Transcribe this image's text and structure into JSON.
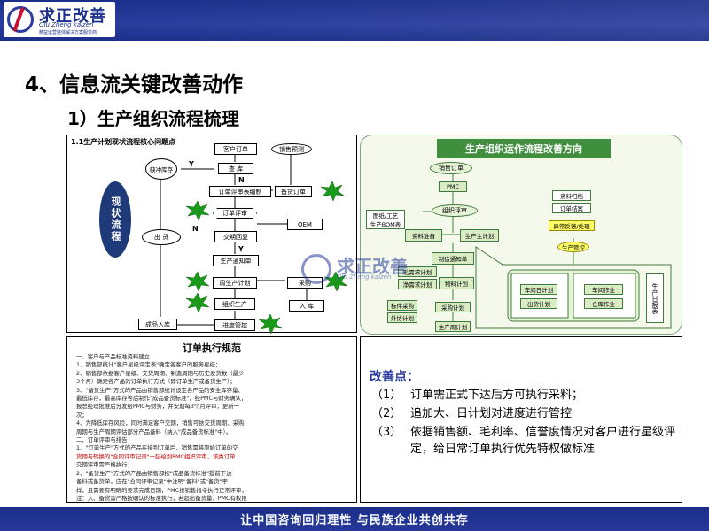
{
  "brand": {
    "name": "求正改善",
    "pinyin": "Qiu Zheng kaizen",
    "tagline": "精益运营整体解决方案服务商"
  },
  "headings": {
    "main": "4、信息流关键改善动作",
    "sub": "1）生产组织流程梳理"
  },
  "status_diagram": {
    "title": "1.1生产计划现状流程核心问题点",
    "status_label": "现状流程",
    "nodes": {
      "customer_order": "客户订单",
      "sales_forecast": "销售预测",
      "finished_stock": "缺冲库存",
      "inventory_check": "查 库",
      "order_review": "订单评审表编制",
      "stock_order": "备货订单",
      "order_review2": "订单评审",
      "oem": "OEM",
      "delivery_reply": "交期回复",
      "outbound": "出 货",
      "production_notice": "生产通知单",
      "weekly_plan": "周生产计划",
      "purchase": "采购",
      "organize_production": "组织生产",
      "inbound": "入 库",
      "progress_control": "进度管控",
      "finished_inbound": "成品入库"
    },
    "branch_labels": {
      "yes": "Y",
      "no": "N"
    }
  },
  "flow_diagram": {
    "title": "生产组织运作流程改善方向",
    "nodes": {
      "sales_order": "销售订单",
      "pmc": "PMC",
      "order_review": "组织评审",
      "drawings": "图纸/工艺\n生产BOM表",
      "material_prep": "资料准备",
      "master_plan": "生产主计划",
      "manufacture_notice": "制造通知单",
      "data_archive": "资料归档",
      "order_close": "订单结案",
      "exception_feedback": "异常反馈/处理",
      "production_control": "生产管控",
      "material_need": "毛需求计划",
      "net_need": "净需求计划",
      "material_plan": "物料计划",
      "component_purchase": "标件采购",
      "outsourcing": "外协计划",
      "purchase_plan": "采购计划",
      "workshop_daily": "车间日计划",
      "shipping_plan": "出货计划",
      "workshop_job": "车间作业",
      "warehouse_job": "仓库作业",
      "daily_report": "生产日报表",
      "weekly_plan": "生产周计划"
    }
  },
  "document": {
    "title": "订单执行规范",
    "lines": [
      "一、客户与产品标准资料建立",
      "1、销售部统计\"客户星级评定表\"确定各客户的服务星级；",
      "2、销售部依据客户星级、交货周期、制造周期与历史发货数（最少",
      "3个月）确定各产品的订单执行方式（即订单生产或备货生产）；",
      "3、\"备货生产\"方式的产品由销售部统计设定各产品的安全库存量、",
      "最低库存，最高库存等后制作\"成品备货标准\"，经PMC与财务确认，",
      "报总经理批准后分发给PMC与财务，并安期每3个月评审，更新一",
      "次；",
      "4、为降低库存风险，同时满足客户交期，销售可依交货周期、采购",
      "周期与生产周期评估部分产品备料（纳入\"成品备货标准\"中）。",
      "二、订单评审与排告",
      "1、\"订单生产\"方式的产品在接到订单后，销售需将原始订单的交",
      "货期与转换的\"合同评审记录\"一起给到PMC组织评审，该类订单",
      "交期评审需严格执行；",
      "2、\"备货生产\"方式的产品由销售部按\"成品备货标准\"提前下达",
      "备料或备货单，应在\"合同评审记录\"中注明\"备料\"或\"备货\"字",
      "样，且需要有明确的要求完成日期，PMC按销售指令执行正常评审；",
      "注：入、备货需严格按确认的标准执行，若超出备货量，PMC有权拒"
    ]
  },
  "improvements": {
    "heading": "改善点：",
    "items": [
      {
        "num": "（1）",
        "text": "订单需正式下达后方可执行采料；"
      },
      {
        "num": "（2）",
        "text": "追加大、日计划对进度进行管控"
      },
      {
        "num": "（3）",
        "text": "依据销售额、毛利率、信誉度情况对客户进行星级评定，给日常订单执行优先特权做标准"
      }
    ]
  },
  "footer": "让中国咨询回归理性 与民族企业共创共存",
  "colors": {
    "brand_blue": "#1b2f8a",
    "flow_green": "#3f8f3f",
    "star_green": "#1a9a1a"
  }
}
